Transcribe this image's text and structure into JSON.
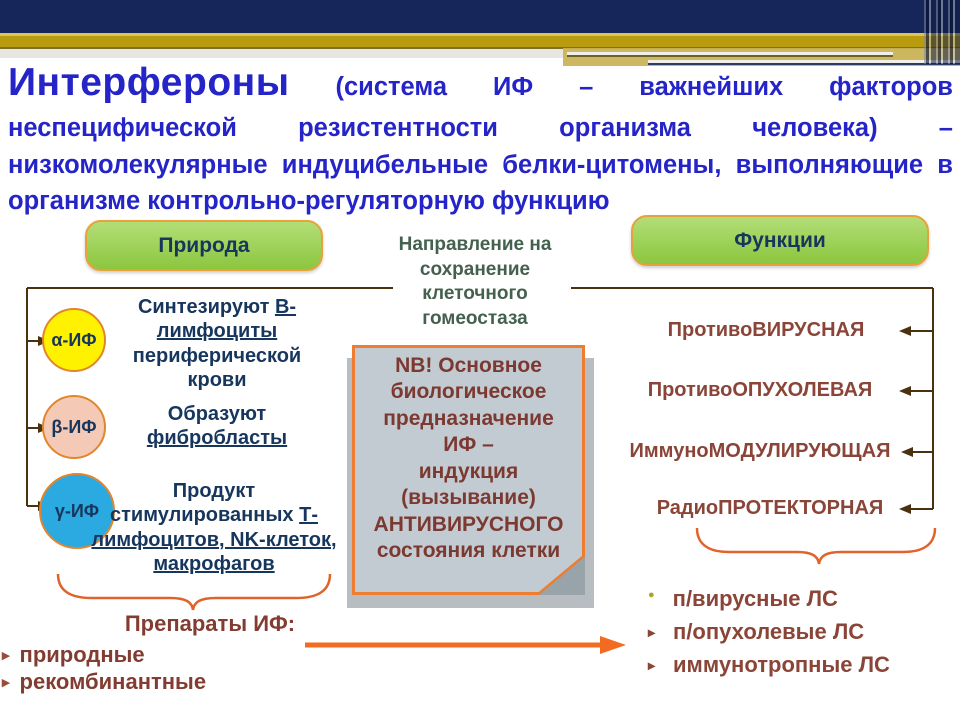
{
  "title": {
    "lead": "Интерфероны",
    "rest": "(система ИФ – важнейших факторов неспецифической резистентности организма человека) – низкомолекулярные индуцибельные белки-цитомены, выполняющие в организме контрольно-регуляторную функцию"
  },
  "nature": {
    "header": "Природа",
    "alpha": {
      "label": "α-ИФ",
      "pre": "Синтезируют",
      "under": "В-лимфоциты",
      "post": "периферической крови"
    },
    "beta": {
      "label": "β-ИФ",
      "pre": "Образуют",
      "under": "фибробласты",
      "post": ""
    },
    "gamma": {
      "label": "γ-ИФ",
      "pre": "Продукт стимулированных",
      "under": "Т-лимфоцитов, NK-клеток, макрофагов",
      "post": ""
    }
  },
  "direction": {
    "text": "Направление на сохранение клеточного гомеостаза"
  },
  "note": {
    "text": "NB! Основное\nбиологическое\nпредназначение\nИФ –\nиндукция\n(вызывание)\nАНТИВИРУСНОГО\nсостояния клетки"
  },
  "functions": {
    "header": "Функции",
    "items": [
      "ПротивоВИРУСНАЯ",
      "ПротивоОПУХОЛЕВАЯ",
      "ИммуноМОДУЛИРУЮЩАЯ",
      "РадиоПРОТЕКТОРНАЯ"
    ]
  },
  "preparations": {
    "header": "Препараты ИФ:",
    "items": [
      "природные",
      "рекомбинантные"
    ]
  },
  "drugs": {
    "items": [
      "п/вирусные ЛС",
      "п/опухолевые ЛС",
      "иммунотропные ЛС"
    ]
  },
  "bullets": {
    "chevron": "▸",
    "dot": "●"
  },
  "colors": {
    "navy_bar": "#17265A",
    "gold_bar": "#B89B0E",
    "title_blue": "#2424C8",
    "green_box": "#8CC63F",
    "box_border_orange": "#E8A23C",
    "navy_text": "#17365D",
    "direction_green": "#44604E",
    "maroon_text": "#833C31",
    "functions_maroon": "#8A4538",
    "alpha_circle": "#FFF200",
    "beta_circle": "#F4C9B5",
    "gamma_circle": "#2BAAE1",
    "note_bg": "#C2CBD1",
    "note_border": "#EE7D31",
    "connector_brown": "#4A3110",
    "brace_orange": "#E0632C",
    "arrow_orange": "#F26B21"
  }
}
